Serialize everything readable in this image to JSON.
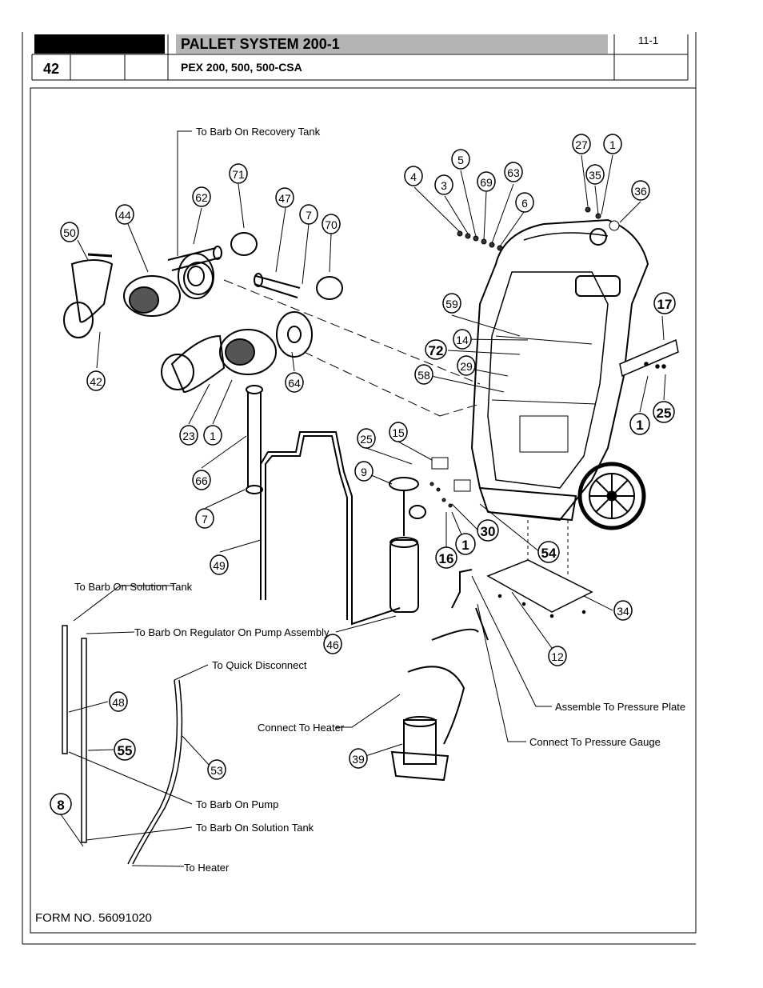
{
  "header": {
    "title": "PALLET SYSTEM 200-1",
    "subtitle": "PEX 200, 500, 500-CSA",
    "page_number": "42",
    "page_ref": "11-1"
  },
  "footer": {
    "form_number": "FORM NO. 56091020"
  },
  "callouts": [
    {
      "id": "c50",
      "label": "50"
    },
    {
      "id": "c44",
      "label": "44"
    },
    {
      "id": "c62",
      "label": "62"
    },
    {
      "id": "c71",
      "label": "71"
    },
    {
      "id": "c47",
      "label": "47"
    },
    {
      "id": "c7a",
      "label": "7"
    },
    {
      "id": "c70",
      "label": "70"
    },
    {
      "id": "c42",
      "label": "42"
    },
    {
      "id": "c64",
      "label": "64"
    },
    {
      "id": "c23",
      "label": "23"
    },
    {
      "id": "c1a",
      "label": "1"
    },
    {
      "id": "c66",
      "label": "66"
    },
    {
      "id": "c7b",
      "label": "7"
    },
    {
      "id": "c49",
      "label": "49"
    },
    {
      "id": "c4",
      "label": "4"
    },
    {
      "id": "c3",
      "label": "3"
    },
    {
      "id": "c5",
      "label": "5"
    },
    {
      "id": "c69",
      "label": "69"
    },
    {
      "id": "c63",
      "label": "63"
    },
    {
      "id": "c6",
      "label": "6"
    },
    {
      "id": "c27",
      "label": "27"
    },
    {
      "id": "c1b",
      "label": "1"
    },
    {
      "id": "c35",
      "label": "35"
    },
    {
      "id": "c36",
      "label": "36"
    },
    {
      "id": "c59",
      "label": "59"
    },
    {
      "id": "c14",
      "label": "14"
    },
    {
      "id": "c72",
      "label": "72"
    },
    {
      "id": "c29",
      "label": "29"
    },
    {
      "id": "c58",
      "label": "58"
    },
    {
      "id": "c17",
      "label": "17"
    },
    {
      "id": "c1c",
      "label": "1"
    },
    {
      "id": "c25a",
      "label": "25"
    },
    {
      "id": "c25b",
      "label": "25"
    },
    {
      "id": "c15",
      "label": "15"
    },
    {
      "id": "c9",
      "label": "9"
    },
    {
      "id": "c30",
      "label": "30"
    },
    {
      "id": "c1d",
      "label": "1"
    },
    {
      "id": "c16",
      "label": "16"
    },
    {
      "id": "c54",
      "label": "54"
    },
    {
      "id": "c34",
      "label": "34"
    },
    {
      "id": "c12",
      "label": "12"
    },
    {
      "id": "c46",
      "label": "46"
    },
    {
      "id": "c48",
      "label": "48"
    },
    {
      "id": "c55",
      "label": "55"
    },
    {
      "id": "c53",
      "label": "53"
    },
    {
      "id": "c8",
      "label": "8"
    },
    {
      "id": "c39",
      "label": "39"
    }
  ],
  "annotations": {
    "recovery_tank": "To Barb On Recovery Tank",
    "solution_tank_top": "To Barb On Solution Tank",
    "regulator": "To Barb On Regulator On Pump Assembly",
    "quick_disconnect": "To Quick Disconnect",
    "connect_heater": "Connect To Heater",
    "pressure_plate": "Assemble To Pressure Plate",
    "pressure_gauge": "Connect To Pressure Gauge",
    "barb_pump": "To Barb On Pump",
    "solution_tank_bottom": "To Barb On Solution Tank",
    "to_heater": "To Heater"
  }
}
